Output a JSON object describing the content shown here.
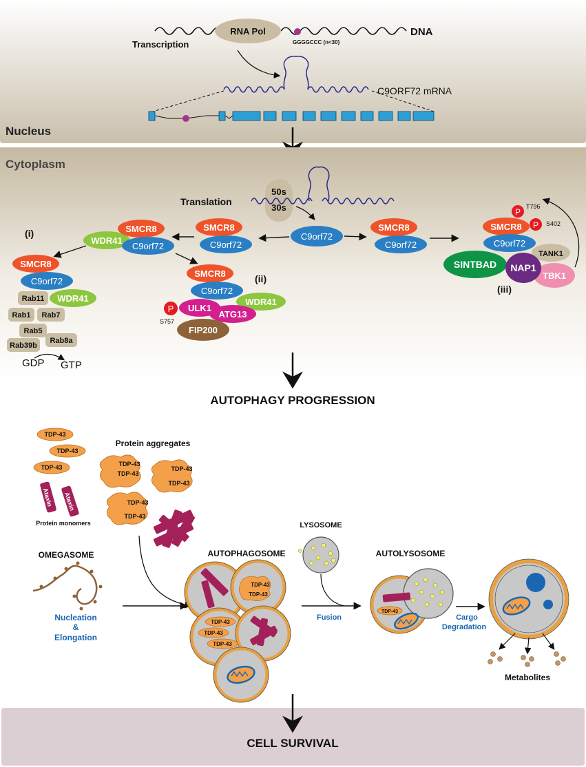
{
  "nucleus": {
    "title": "Nucleus",
    "rna_pol": "RNA Pol",
    "dna": "DNA",
    "transcription": "Transcription",
    "repeat": "GGGGCCC (n<30)",
    "mrna": "C9ORF72 mRNA"
  },
  "cytoplasm": {
    "title": "Cytoplasm",
    "translation": "Translation",
    "ribo_large": "50s",
    "ribo_small": "30s",
    "c9": "C9orf72",
    "smcr8": "SMCR8",
    "wdr41": "WDR41",
    "roman_i": "(i)",
    "roman_ii": "(ii)",
    "roman_iii": "(iii)",
    "rabs": [
      "Rab11",
      "Rab1",
      "Rab7",
      "Rab5",
      "Rab39b",
      "Rab8a"
    ],
    "gdp": "GDP",
    "gtp": "GTP",
    "ulk1": "ULK1",
    "atg13": "ATG13",
    "fip200": "FIP200",
    "p": "P",
    "s757": "S757",
    "t796": "T796",
    "s402": "S402",
    "tank1": "TANK1",
    "sintbad": "SINTBAD",
    "nap1": "NAP1",
    "tbk1": "TBK1"
  },
  "autophagy": {
    "title": "AUTOPHAGY PROGRESSION",
    "tdp": "TDP-43",
    "ataxin": "Ataxin",
    "protein_monomers": "Protein monomers",
    "protein_aggregates": "Protein aggregates",
    "omegasome": "OMEGASOME",
    "nucleation": "Nucleation",
    "amp": "&",
    "elongation": "Elongation",
    "autophagosome": "AUTOPHAGOSOME",
    "lysosome": "LYSOSOME",
    "fusion": "Fusion",
    "autolysosome": "AUTOLYSOSOME",
    "cargo": "Cargo",
    "degradation": "Degradation",
    "metabolites": "Metabolites"
  },
  "survival": {
    "title": "CELL SURVIVAL"
  },
  "colors": {
    "smcr8": "#f0522a",
    "c9": "#2a7fc4",
    "wdr41": "#8dc63f",
    "tan": "#c9bda4",
    "tdp": "#f4a04a",
    "ataxin": "#a3205a",
    "orange_ring": "#e8a041",
    "lysosome_gray": "#c8c8c8",
    "blue_text": "#1a66b0",
    "cell_survival_bg": "#dccfd4"
  }
}
